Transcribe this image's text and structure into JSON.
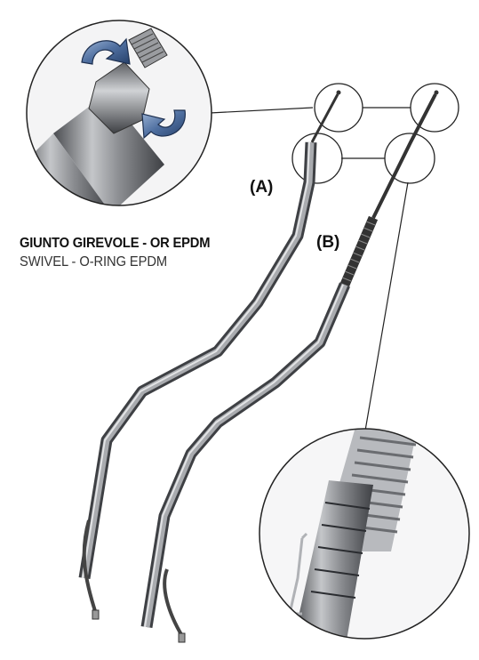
{
  "figure": {
    "caption_it": "GIUNTO GIREVOLE - OR EPDM",
    "caption_en": "SWIVEL - O-RING EPDM",
    "label_a": "(A)",
    "label_b": "(B)"
  },
  "colors": {
    "tube": "#8a8c90",
    "tube_dark": "#4a4c50",
    "tube_light": "#c4c6c9",
    "circle_outline": "#222222",
    "arrow": "#4f6fa0",
    "background": "#ffffff"
  },
  "icons": {
    "swivel": "rotation-arrows-icon",
    "spring": "coil-spring-icon"
  }
}
